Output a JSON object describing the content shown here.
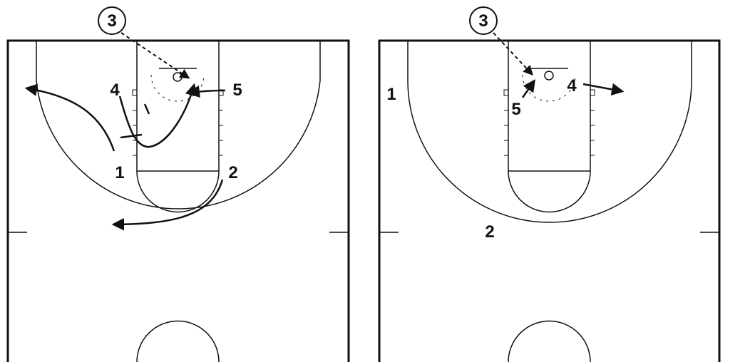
{
  "diagrams": [
    {
      "players": [
        {
          "label": "1"
        },
        {
          "label": "2"
        },
        {
          "label": "3"
        },
        {
          "label": "4"
        },
        {
          "label": "5"
        }
      ]
    },
    {
      "players": [
        {
          "label": "1"
        },
        {
          "label": "2"
        },
        {
          "label": "3"
        },
        {
          "label": "4"
        },
        {
          "label": "5"
        }
      ]
    }
  ],
  "colors": {
    "line": "#111111",
    "background": "#ffffff"
  }
}
